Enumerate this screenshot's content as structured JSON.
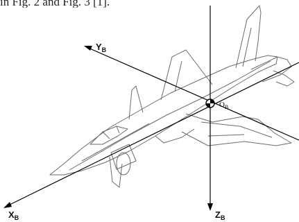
{
  "caption": {
    "text": "in Fig. 2 and Fig. 3 [1]."
  },
  "diagram": {
    "title": "",
    "axes": {
      "x": {
        "main": "X",
        "sub": "B"
      },
      "y": {
        "main": "Y",
        "sub": "B"
      },
      "z": {
        "main": "Z",
        "sub": "B"
      }
    },
    "origin": {
      "main": "O",
      "sub": "B"
    }
  },
  "colors": {
    "axis_line": "#000000",
    "aircraft_outline": "#6b6b6b",
    "text": "#111111"
  }
}
